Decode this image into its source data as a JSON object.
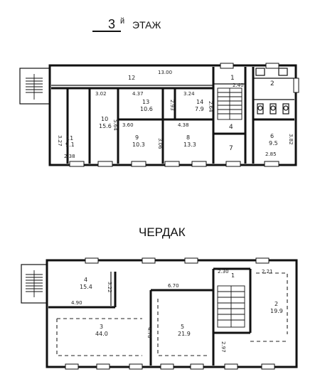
{
  "floor3": {
    "title_number": "3",
    "title_suffix": "й",
    "title_word": "ЭТАЖ",
    "rooms": [
      {
        "num": "1",
        "area": ""
      },
      {
        "num": "2",
        "area": ""
      },
      {
        "num": "4",
        "area": ""
      },
      {
        "num": "6",
        "area": "9.5"
      },
      {
        "num": "7",
        "area": ""
      },
      {
        "num": "8",
        "area": "13.3"
      },
      {
        "num": "9",
        "area": "10.3"
      },
      {
        "num": "10",
        "area": "15.6"
      },
      {
        "num": "11",
        "area": "9.1"
      },
      {
        "num": "12",
        "area": ""
      },
      {
        "num": "13",
        "area": "10.6"
      },
      {
        "num": "14",
        "area": "7.9"
      }
    ],
    "dims": [
      "13.00",
      "3.02",
      "4.37",
      "3.24",
      "2.40",
      "2.93",
      "2.64",
      "3.60",
      "4.38",
      "5.64",
      "3.06",
      "3.27",
      "2.38",
      "2.85",
      "3.82"
    ]
  },
  "attic": {
    "title": "ЧЕРДАК",
    "rooms": [
      {
        "num": "1",
        "area": ""
      },
      {
        "num": "2",
        "area": "19.9"
      },
      {
        "num": "3",
        "area": "44.0"
      },
      {
        "num": "4",
        "area": "15.4"
      },
      {
        "num": "5",
        "area": "21.9"
      }
    ],
    "dims": [
      "4.90",
      "3.22",
      "6.70",
      "4.78",
      "2.30",
      "2.21",
      "2.97"
    ]
  }
}
